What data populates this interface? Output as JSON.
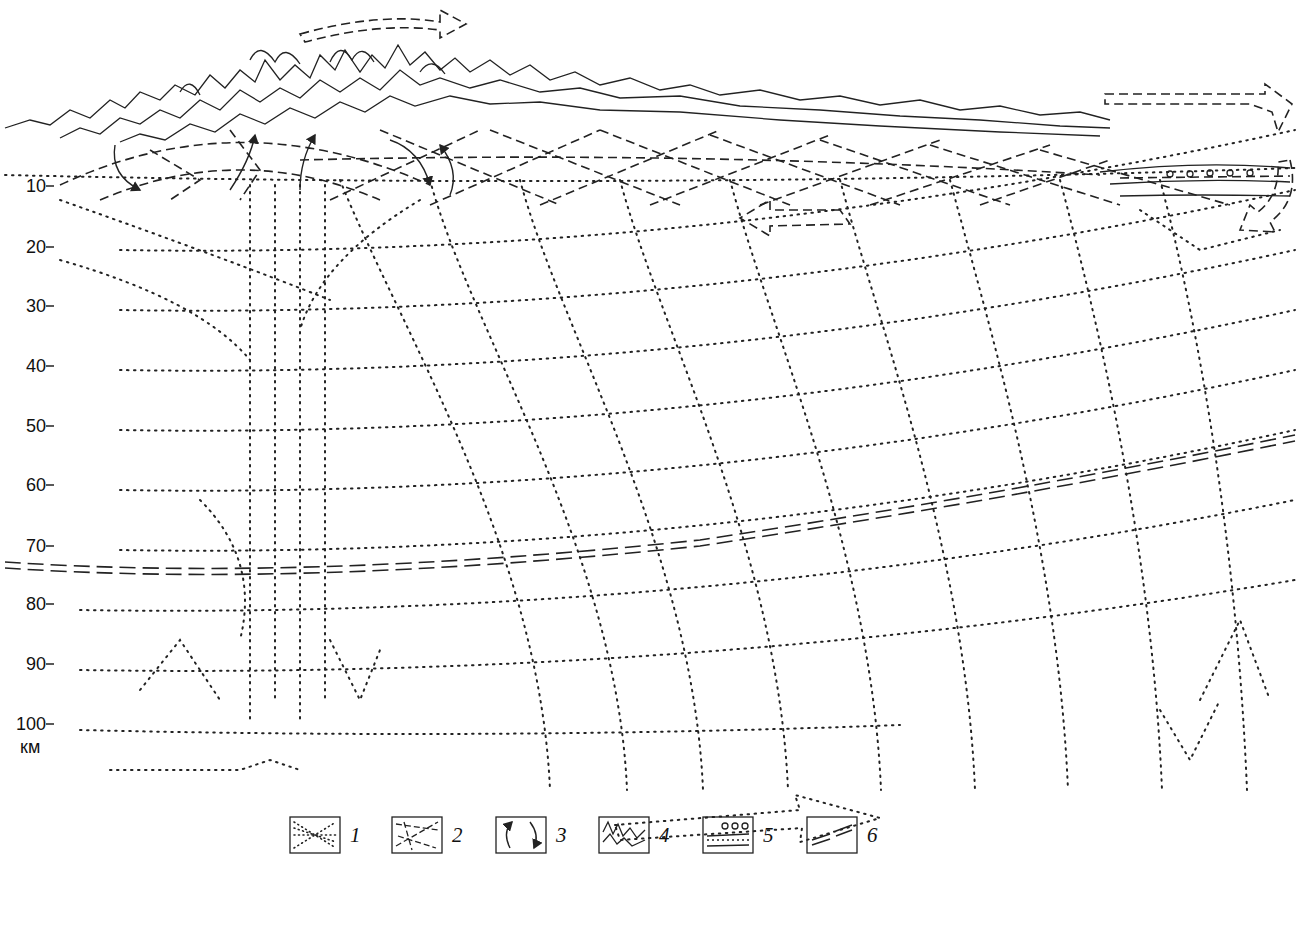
{
  "diagram": {
    "labels": [
      "10",
      "20",
      "30",
      "40",
      "50",
      "60",
      "70",
      "80",
      "90",
      "100",
      "км"
    ],
    "legend": [
      {
        "text": "1"
      },
      {
        "text": "2"
      },
      {
        "text": "3"
      },
      {
        "text": "4"
      },
      {
        "text": "5"
      },
      {
        "text": "6"
      }
    ]
  }
}
